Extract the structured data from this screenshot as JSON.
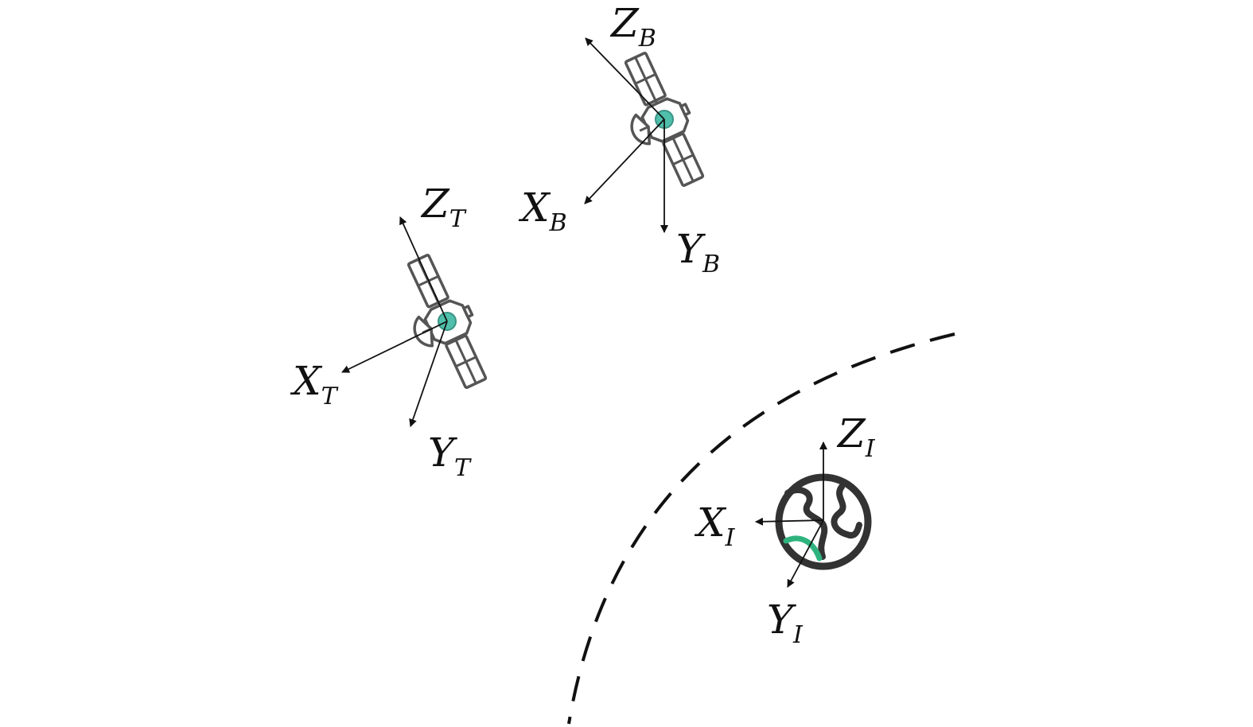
{
  "colors": {
    "axis": "#111111",
    "orbit": "#111111",
    "satellite_outline": "#555555",
    "satellite_center": "#4fbfab",
    "earth_outline": "#333333",
    "earth_accent": "#2fb37e"
  },
  "icons": {
    "chaser": "satellite-icon",
    "target": "satellite-icon",
    "earth": "globe-icon"
  },
  "frames": {
    "B": {
      "x": {
        "main": "X",
        "sub": "B"
      },
      "y": {
        "main": "Y",
        "sub": "B"
      },
      "z": {
        "main": "Z",
        "sub": "B"
      }
    },
    "T": {
      "x": {
        "main": "X",
        "sub": "T"
      },
      "y": {
        "main": "Y",
        "sub": "T"
      },
      "z": {
        "main": "Z",
        "sub": "T"
      }
    },
    "I": {
      "x": {
        "main": "X",
        "sub": "I"
      },
      "y": {
        "main": "Y",
        "sub": "I"
      },
      "z": {
        "main": "Z",
        "sub": "I"
      }
    }
  }
}
